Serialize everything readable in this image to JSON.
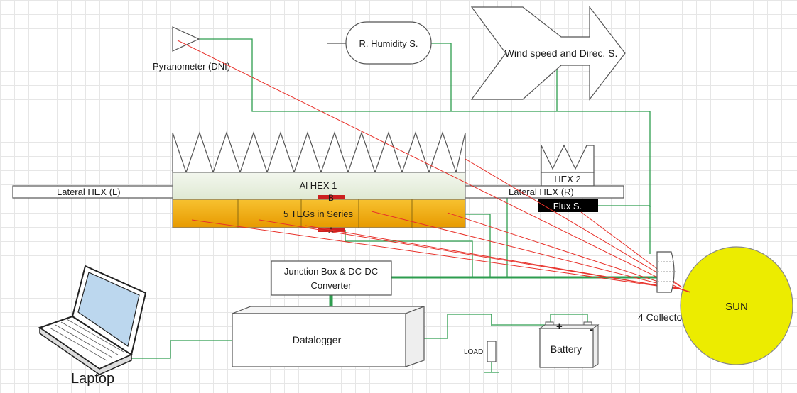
{
  "labels": {
    "pyranometer": "Pyranometer (DNI)",
    "humidity": "R. Humidity S.",
    "wind": "Wind speed and Direc. S.",
    "hex2": "HEX 2",
    "lateral_left": "Lateral HEX (L)",
    "lateral_right": "Lateral HEX (R)",
    "al_hex": "Al HEX 1",
    "point_b": "B",
    "tegs": "5 TEGs in Series",
    "point_a": "A",
    "flux": "Flux S.",
    "junction_line1": "Junction Box & DC-DC",
    "junction_line2": "Converter",
    "datalogger": "Datalogger",
    "load": "LOAD",
    "battery": "Battery",
    "battery_plus": "+",
    "battery_minus": "-",
    "collectors": "4 Collectors",
    "sun": "SUN",
    "laptop": "Laptop"
  },
  "colors": {
    "green_wire": "#2e9d4f",
    "ray": "#e8312a",
    "teg_fill": "#f2a800",
    "hex_fill": "#eaf1e1",
    "sun_fill": "#ecec00",
    "junction_a_b": "#cc2020",
    "flux_bg": "#000000"
  }
}
